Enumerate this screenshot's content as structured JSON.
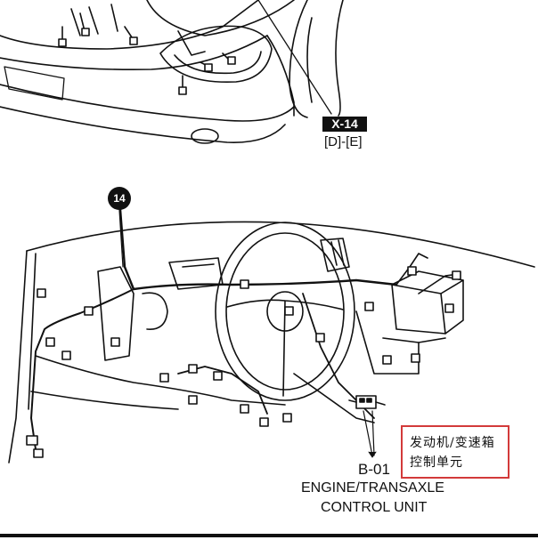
{
  "top_view": {
    "badge": "X-14",
    "badge_sub": "[D]-[E]"
  },
  "callout_number": "14",
  "component": {
    "code": "B-01",
    "name_line1": "ENGINE/TRANSAXLE",
    "name_line2": "CONTROL UNIT"
  },
  "annotation": {
    "line1": "发动机/变速箱",
    "line2": "控制单元",
    "border_color": "#d33a3a"
  }
}
